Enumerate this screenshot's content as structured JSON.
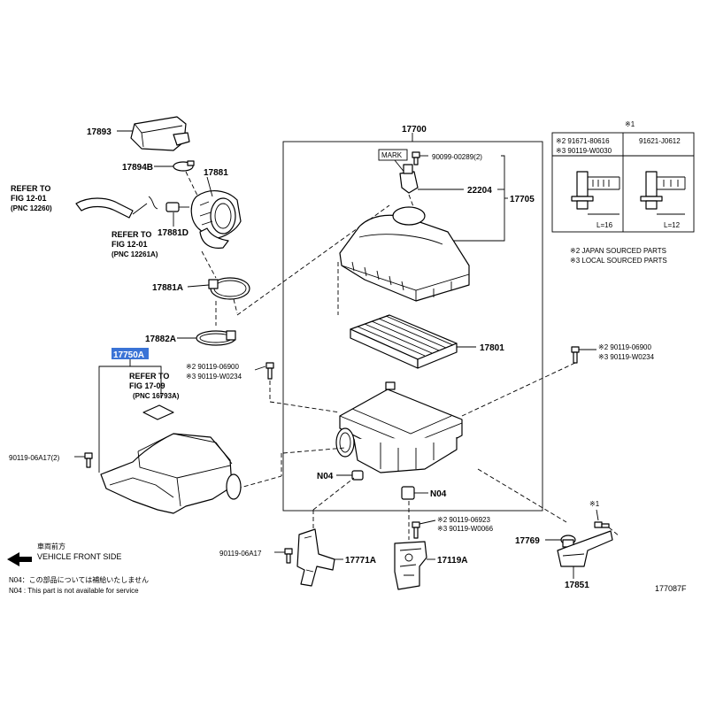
{
  "parts": {
    "p17893": "17893",
    "p17894b": "17894B",
    "p17881": "17881",
    "p17881d": "17881D",
    "p17881a": "17881A",
    "p17882a": "17882A",
    "p17700": "17700",
    "p22204": "22204",
    "p17705": "17705",
    "p17801": "17801",
    "p17750a": "17750A",
    "p17771a": "17771A",
    "p17119a": "17119A",
    "p17769": "17769",
    "p17851": "17851",
    "n04_left": "N04",
    "n04_right": "N04"
  },
  "bolt_labels": {
    "mark": "MARK",
    "b_90099": "90099-00289(2)",
    "b_left_2": "※2 90119-06900",
    "b_left_3": "※3 90119-W0234",
    "b_right_2": "※2 90119-06900",
    "b_right_3": "※3 90119-W0234",
    "b_06a17_2": "90119-06A17(2)",
    "b_06a17": "90119-06A17",
    "b_06923": "※2 90119-06923",
    "b_w0066": "※3 90119-W0066",
    "star1": "※1"
  },
  "refer_labels": {
    "r1_a": "REFER TO",
    "r1_b": "FIG 12-01",
    "r1_c": "(PNC 12260)",
    "r2_a": "REFER TO",
    "r2_b": "FIG 12-01",
    "r2_c": "(PNC 12261A)",
    "r3_a": "REFER TO",
    "r3_b": "FIG 17-09",
    "r3_c": "(PNC 16793A)"
  },
  "inset": {
    "header_mark": "※1",
    "col1_a": "※2 91671-80616",
    "col1_b": "※3 90119-W0030",
    "col2": "91621-J0612",
    "len1": "L=16",
    "len2": "L=12",
    "note2": "※2 JAPAN SOURCED PARTS",
    "note3": "※3 LOCAL SOURCED PARTS"
  },
  "footer": {
    "front_jp": "車両前方",
    "front_en": "VEHICLE FRONT SIDE",
    "note_jp": "N04：この部品については補給いたしません",
    "note_en": "N04 : This part is not available for service",
    "fig_code": "177087F"
  },
  "colors": {
    "highlight": "#3a73d6",
    "line": "#000000",
    "background": "#ffffff"
  }
}
